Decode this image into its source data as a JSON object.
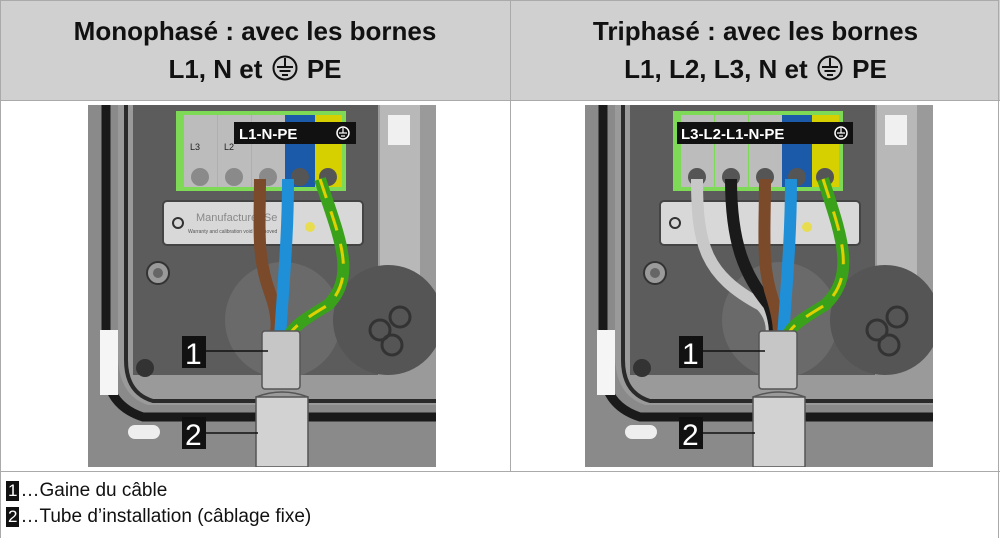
{
  "header": {
    "left_line1": "Monophasé : avec les bornes",
    "left_line2_pre": "L1, N et",
    "left_line2_post": "PE",
    "right_line1": "Triphasé : avec les bornes",
    "right_line2_pre": "L1, L2, L3, N et",
    "right_line2_post": "PE"
  },
  "photos": {
    "left_tag": "L1-N-PE",
    "right_tag": "L3-L2-L1-N-PE",
    "term_l3": "L3",
    "term_l2": "L2",
    "plate_text": "Manufacturer Se",
    "plate_sub": "Warranty and calibration void if removed",
    "callout1": "1",
    "callout2": "2"
  },
  "legend": [
    {
      "num": "1",
      "text": "…Gaine du câble"
    },
    {
      "num": "2",
      "text": "…Tube d’installation (câblage fixe)"
    }
  ],
  "colors": {
    "header_bg": "#d0d0d0",
    "wire_brown": "#7a4a2a",
    "wire_blue": "#1f8fd8",
    "wire_green_yellow": "#3aa21a",
    "wire_black": "#1a1a1a",
    "wire_grey": "#c8c8c8",
    "terminal_green": "#7ed957"
  }
}
